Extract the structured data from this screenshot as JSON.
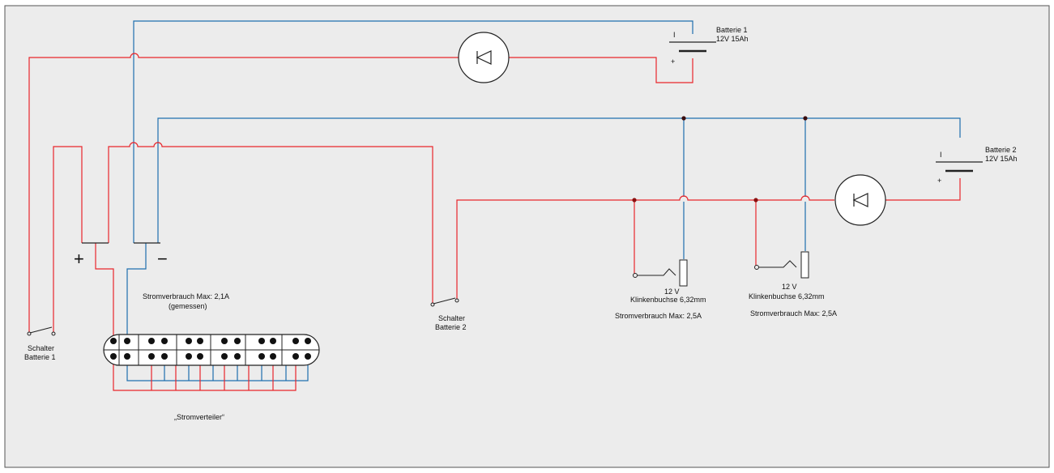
{
  "colors": {
    "background": "#ececec",
    "frame": "#555555",
    "wire_positive": "#e8262b",
    "wire_negative": "#1f6fae",
    "junction": "#5a1010",
    "component": "#222222"
  },
  "labels": {
    "battery1_name": "Batterie 1",
    "battery1_spec": "12V 15Ah",
    "battery2_name": "Batterie 2",
    "battery2_spec": "12V 15Ah",
    "switch1_line1": "Schalter",
    "switch1_line2": "Batterie 1",
    "switch2_line1": "Schalter",
    "switch2_line2": "Batterie 2",
    "distributor_consumption": "Stromverbrauch Max: 2,1A",
    "distributor_measured": "(gemessen)",
    "distributor_name": "„Stromverteiler“",
    "jack1_voltage": "12 V",
    "jack1_type": "Klinkenbuchse 6,32mm",
    "jack1_consumption": "Stromverbrauch Max: 2,5A",
    "jack2_voltage": "12 V",
    "jack2_type": "Klinkenbuchse 6,32mm",
    "jack2_consumption": "Stromverbrauch Max: 2,5A",
    "plus_sign": "+",
    "minus_sign": "−",
    "battery_plus": "+",
    "battery_minus": "I"
  }
}
